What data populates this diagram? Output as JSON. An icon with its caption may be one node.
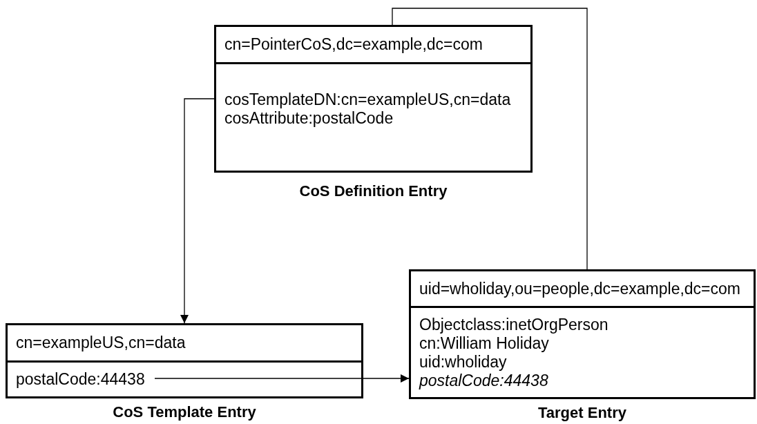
{
  "diagram": {
    "nodes": [
      {
        "text": [
          "cn=PointerCoS,dc=example,dc=com",
          "cosTemplateDN:cn=exampleUS,cn=data",
          "cosAttribute:postalCode"
        ],
        "beside": [
          "CoS Definition Entry"
        ]
      },
      {
        "text": [
          "cn=exampleUS,cn=data",
          "postalCode:44438"
        ],
        "beside": [
          "CoS Template Entry"
        ]
      },
      {
        "text": [
          "uid=wholiday,ou=people,dc=example,dc=com",
          "Objectclass:inetOrgPerson",
          "cn:William Holiday",
          "uid:wholiday",
          "*postalCode:44438*"
        ],
        "beside": [
          "Target Entry"
        ]
      }
    ],
    "edges": [
      {
        "from": 0,
        "to": 1,
        "arrow": "to"
      },
      {
        "from": 1,
        "to": 2,
        "arrow": "to"
      },
      {
        "from": 2,
        "to": 0,
        "arrow": "none"
      }
    ]
  }
}
